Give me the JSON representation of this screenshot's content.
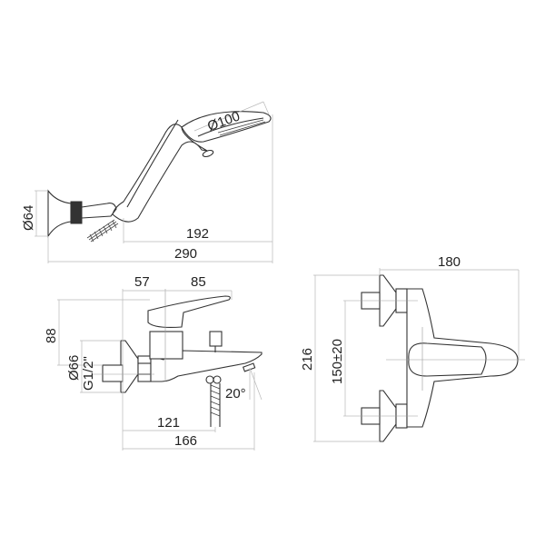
{
  "drawing": {
    "type": "technical dimension drawing",
    "subject": "bath/shower mixer with hand shower and wall holder",
    "views": {
      "hand_shower": {
        "head_diameter": "Ø100",
        "holder_diameter": "Ø64",
        "length_from_holder": "192",
        "overall_length": "290"
      },
      "mixer_side": {
        "spout_to_axis": "57",
        "lever_from_axis": "85",
        "height": "88",
        "flange_diameter": "Ø66",
        "thread": "G1/2\"",
        "diverter_angle": "20°",
        "spout_reach": "121",
        "overall_depth": "166"
      },
      "mixer_top": {
        "overall_width": "180",
        "overall_height": "216",
        "inlet_spacing": "150±20"
      }
    }
  }
}
